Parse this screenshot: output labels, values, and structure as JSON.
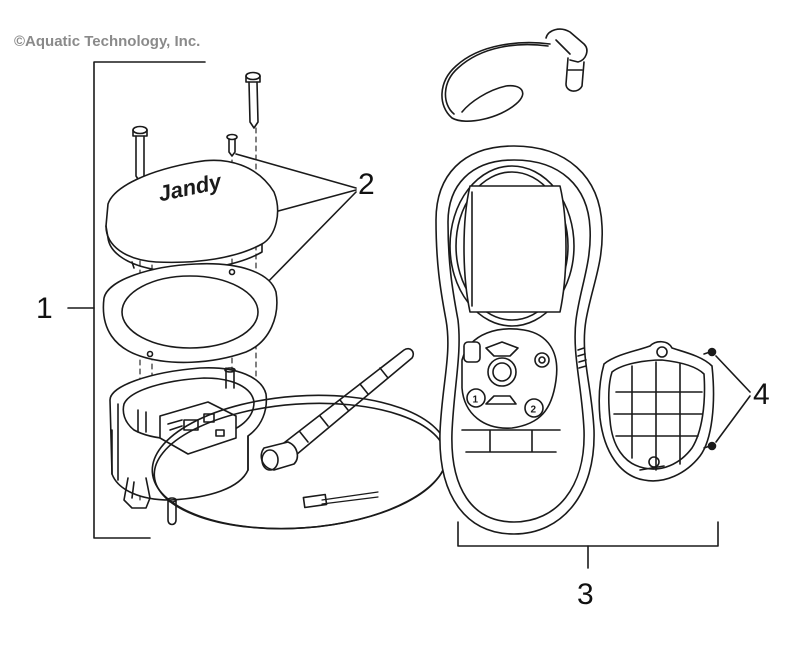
{
  "copyright": "©Aquatic Technology, Inc.",
  "callouts": [
    "1",
    "2",
    "3",
    "4"
  ],
  "logo_text": "Jandy",
  "button_labels": [
    "1",
    "2"
  ],
  "colors": {
    "line": "#1a1a1a",
    "copyright": "#8a8a8a",
    "background": "#ffffff"
  }
}
